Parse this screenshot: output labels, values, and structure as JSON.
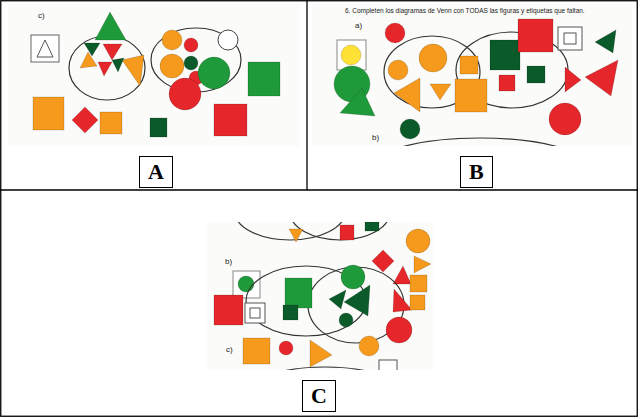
{
  "diagram": {
    "nodes": [
      {
        "text": [
          "A"
        ]
      },
      {
        "text": [
          "B"
        ]
      },
      {
        "text": [
          "C"
        ]
      }
    ],
    "labels": [
      "c)",
      "6. Completen los diagramas de Venn con TODAS las figuras y etiquetas que faltan.",
      "a)",
      "b)",
      "b)",
      "c)"
    ]
  }
}
